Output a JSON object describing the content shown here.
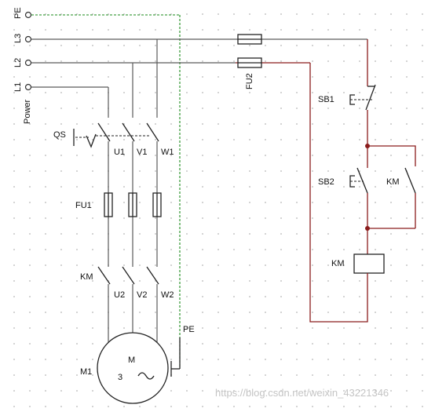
{
  "rails": {
    "pe": "PE",
    "l3": "L3",
    "l2": "L2",
    "l1": "L1",
    "power": "Power"
  },
  "breaker": {
    "label": "QS",
    "terminals": [
      "U1",
      "V1",
      "W1"
    ]
  },
  "fuses_main": {
    "label": "FU1"
  },
  "fuses_ctrl": {
    "label": "FU2"
  },
  "contactor": {
    "label": "KM",
    "terminals": [
      "U2",
      "V2",
      "W2"
    ]
  },
  "ground": {
    "label": "PE"
  },
  "motor": {
    "designator": "M1",
    "letter": "M",
    "phases": "3",
    "ac_symbol": "~"
  },
  "control": {
    "stop_button": "SB1",
    "start_button": "SB2",
    "holding_contact": "KM",
    "coil": "KM"
  },
  "watermark": "https://blog.csdn.net/weixin_43221346",
  "colors": {
    "power_wire": "#5a5a5a",
    "control_wire": "#8b1c1c",
    "pe_wire": "#1a8a1a"
  }
}
